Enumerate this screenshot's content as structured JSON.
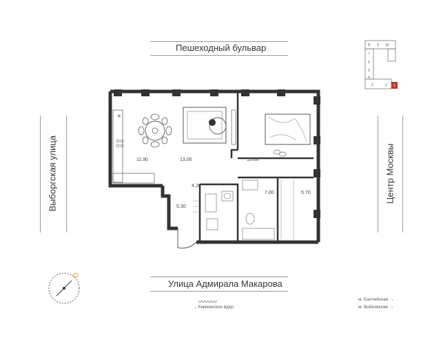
{
  "streets": {
    "top": "Пешеходный бульвар",
    "bottom": "Улица Адмирала Макарова",
    "left": "Выборгская улица",
    "right": "Центр Москвы"
  },
  "rooms": [
    {
      "id": "kitchen",
      "area": "11.90"
    },
    {
      "id": "living",
      "area": "13.00"
    },
    {
      "id": "bedroom",
      "area": "13.60"
    },
    {
      "id": "bathroom",
      "area": "4.20"
    },
    {
      "id": "hall",
      "area": "5.30"
    },
    {
      "id": "room-7",
      "area": "7.00"
    },
    {
      "id": "wardrobe",
      "area": "5.70"
    }
  ],
  "notes": {
    "reservoir": "↓ Химкинское вдхр.",
    "metro1": "м. Балтийская →",
    "metro2": "м. Войковская →"
  },
  "minimap": {
    "numbers": [
      "8",
      "9",
      "10",
      "7",
      "6",
      "5",
      "4",
      "3",
      "2",
      "1"
    ],
    "active": "1",
    "active_color": "#c0392b"
  },
  "colors": {
    "wall": "#333333",
    "accent": "#c0392b"
  }
}
